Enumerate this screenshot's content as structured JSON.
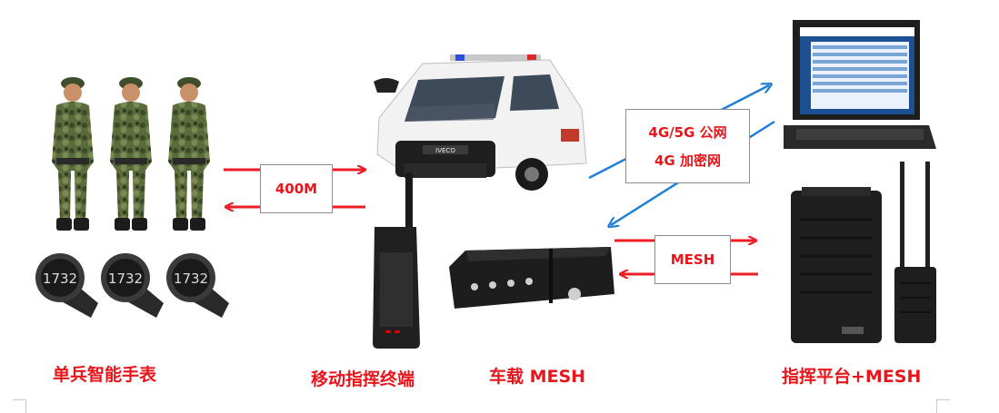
{
  "labels": {
    "watch_group": "单兵智能手表",
    "mobile_terminal": "移动指挥终端",
    "vehicle_mesh": "车载 MESH",
    "command_platform": "指挥平台+MESH"
  },
  "links": {
    "bandwidth": "400M",
    "network_line1": "4G/5G 公网",
    "network_line2": "4G 加密网",
    "mesh": "MESH"
  },
  "watch_display": [
    "1732",
    "1732",
    "1732"
  ],
  "vehicle_plate": "IVECO",
  "colors": {
    "arrow_red": "#ee1c24",
    "arrow_blue": "#1f7fd6",
    "label_red": "#e8151b"
  }
}
